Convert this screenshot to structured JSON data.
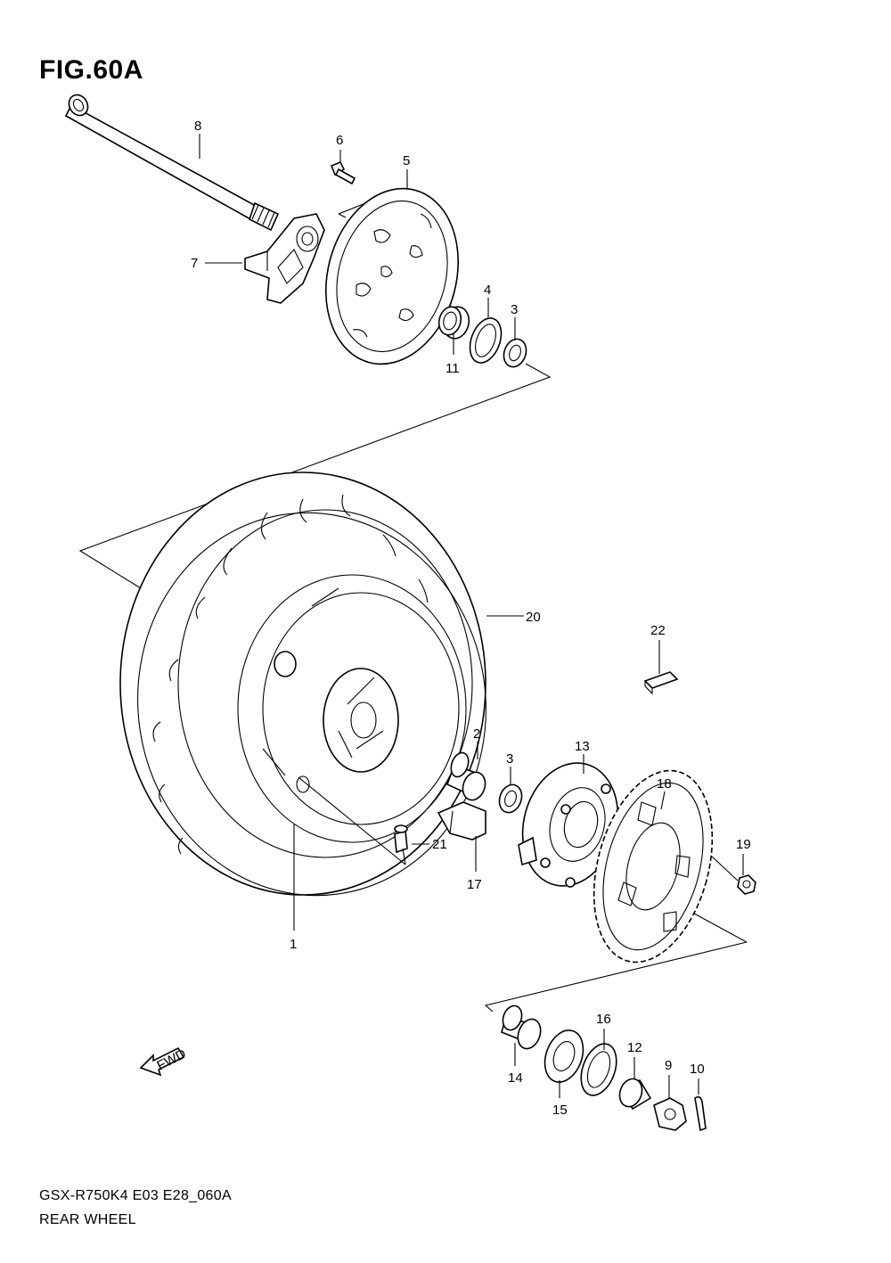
{
  "figure": {
    "title": "FIG.60A",
    "model_code": "GSX-R750K4 E03 E28_060A",
    "section_name": "REAR WHEEL",
    "fwd_label": "FWD"
  },
  "callouts": [
    "1",
    "2",
    "3",
    "3",
    "4",
    "5",
    "6",
    "7",
    "8",
    "9",
    "10",
    "11",
    "12",
    "13",
    "14",
    "15",
    "16",
    "17",
    "18",
    "19",
    "20",
    "21",
    "22"
  ]
}
